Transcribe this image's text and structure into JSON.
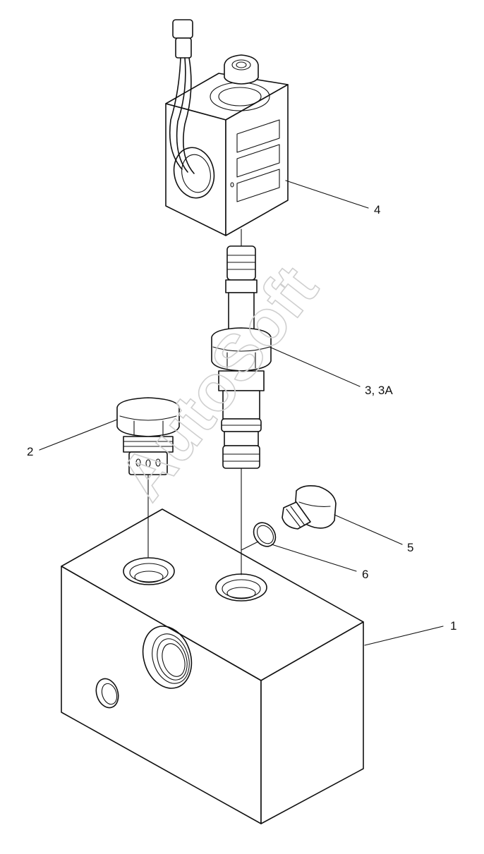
{
  "callouts": {
    "c1": "1",
    "c2": "2",
    "c3": "3, 3A",
    "c4": "4",
    "c5": "5",
    "c6": "6"
  },
  "watermark": "AutoSoft",
  "colors": {
    "line": "#111111",
    "watermark": "#cfcfcf",
    "background": "#ffffff"
  }
}
